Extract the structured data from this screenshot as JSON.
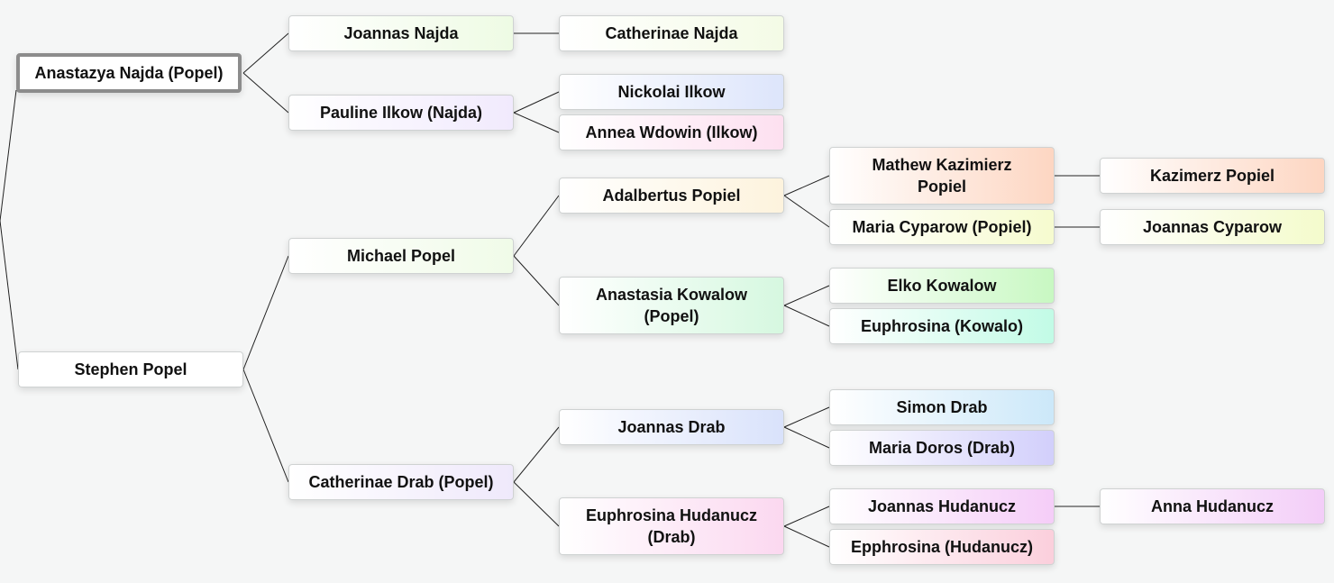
{
  "nodes": {
    "anastazya": {
      "label": "Anastazya Najda (Popel)",
      "color": "#ffffff"
    },
    "stephen": {
      "label": "Stephen Popel",
      "color": "#ffffff"
    },
    "joannas_najda": {
      "label": "Joannas Najda",
      "color": "#eefbe4"
    },
    "pauline": {
      "label": "Pauline  Ilkow (Najda)",
      "color": "#f1eafd"
    },
    "michael": {
      "label": "Michael Popel",
      "color": "#f0fbe8"
    },
    "catherinae_drab": {
      "label": "Catherinae Drab (Popel)",
      "color": "#efe9fb"
    },
    "catherinae_najda": {
      "label": "Catherinae Najda",
      "color": "#f4fbe6"
    },
    "nickolai": {
      "label": "Nickolai Ilkow",
      "color": "#dde5fb"
    },
    "annea": {
      "label": "Annea Wdowin (Ilkow)",
      "color": "#fde0f0"
    },
    "adalbertus": {
      "label": "Adalbertus Popiel",
      "color": "#fdf3dd"
    },
    "anastasia_kowalow": {
      "label": "Anastasia Kowalow (Popel)",
      "color": "#d6f8e0"
    },
    "joannas_drab": {
      "label": "Joannas Drab",
      "color": "#d9e2fb"
    },
    "euphrosina_hudanucz": {
      "label": "Euphrosina Hudanucz (Drab)",
      "color": "#fbd8f0"
    },
    "mathew": {
      "label": "Mathew Kazimierz Popiel",
      "color": "#fdd6c2"
    },
    "maria_cyparow": {
      "label": "Maria Cyparow (Popiel)",
      "color": "#f6fbcf"
    },
    "elko": {
      "label": "Elko Kowalow",
      "color": "#c8f8c2"
    },
    "euphrosina_kowalo": {
      "label": "Euphrosina (Kowalo)",
      "color": "#c2fbe6"
    },
    "simon": {
      "label": "Simon Drab",
      "color": "#cce8f9"
    },
    "maria_doros": {
      "label": "Maria Doros (Drab)",
      "color": "#d2cffb"
    },
    "joannas_hudanucz": {
      "label": "Joannas Hudanucz",
      "color": "#f5cdf8"
    },
    "epphrosina": {
      "label": "Epphrosina (Hudanucz)",
      "color": "#fbcfdc"
    },
    "kazimerz": {
      "label": "Kazimerz Popiel",
      "color": "#fdd6c2"
    },
    "joannas_cyparow": {
      "label": "Joannas Cyparow",
      "color": "#f4fbcc"
    },
    "anna_hudanucz": {
      "label": "Anna Hudanucz",
      "color": "#f3cdf8"
    }
  }
}
